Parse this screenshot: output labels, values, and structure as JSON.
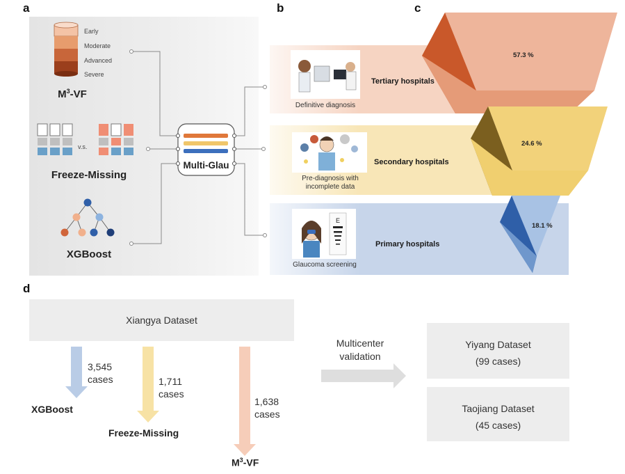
{
  "panels": {
    "a": "a",
    "b": "b",
    "c": "c",
    "d": "d"
  },
  "panel_a": {
    "vf_levels": [
      "Early",
      "Moderate",
      "Advanced",
      "Severe"
    ],
    "vf_title_pre": "M",
    "vf_title_sup": "3",
    "vf_title_post": "-VF",
    "vs_text": "v.s.",
    "freeze_title": "Freeze-Missing",
    "xgb_title": "XGBoost",
    "multi_glau": "Multi-Glau",
    "colors": {
      "bar_orange": "#e0783a",
      "bar_yellow": "#f0c66b",
      "bar_blue": "#3c6fbd"
    }
  },
  "panel_b": {
    "tiers": [
      {
        "label": "Tertiary hospitals",
        "caption": "Definitive diagnosis",
        "color": "#f6d4c2"
      },
      {
        "label": "Secondary hospitals",
        "caption": "Pre-diagnosis with incomplete data",
        "color": "#f8e6b7"
      },
      {
        "label": "Primary hospitals",
        "caption": "Glaucoma screening",
        "color": "#c7d5ea"
      }
    ]
  },
  "panel_c": {
    "percentages": [
      "57.3 %",
      "24.6 %",
      "18.1 %"
    ],
    "colors": [
      "#e59b78",
      "#f0cf6f",
      "#8fb0da"
    ]
  },
  "panel_d": {
    "source_dataset": "Xiangya Dataset",
    "branches": [
      {
        "count": "3,545",
        "unit": "cases",
        "model": "XGBoost",
        "color": "#b9cce6"
      },
      {
        "count": "1,711",
        "unit": "cases",
        "model": "Freeze-Missing",
        "color": "#f7e2a5"
      },
      {
        "count": "1,638",
        "unit": "cases",
        "model_pre": "M",
        "model_sup": "3",
        "model_post": "-VF",
        "color": "#f6cdb9"
      }
    ],
    "validation_label": [
      "Multicenter",
      "validation"
    ],
    "external": [
      {
        "name": "Yiyang Dataset",
        "cases": "(99 cases)"
      },
      {
        "name": "Taojiang Dataset",
        "cases": "(45 cases)"
      }
    ]
  }
}
